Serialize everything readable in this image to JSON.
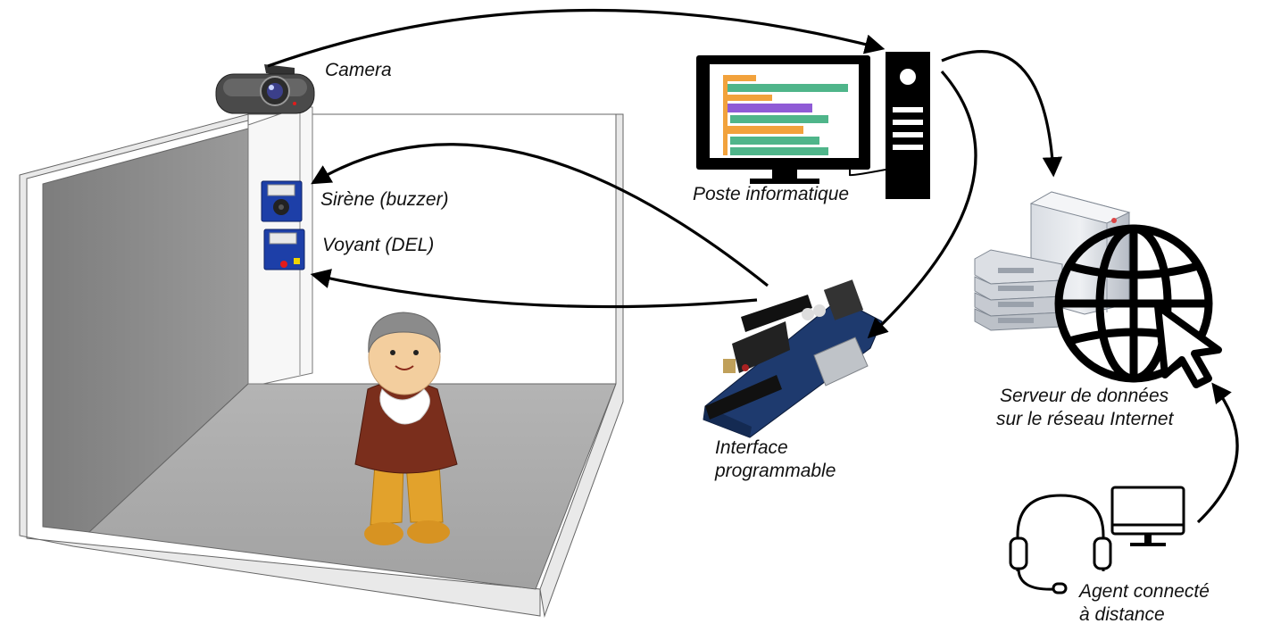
{
  "labels": {
    "camera": "Camera",
    "buzzer": "Sirène (buzzer)",
    "led": "Voyant (DEL)",
    "computer": "Poste informatique",
    "interface_line1": "Interface",
    "interface_line2": "programmable",
    "server_line1": "Serveur de données",
    "server_line2": "sur le réseau Internet",
    "agent_line1": "Agent connecté",
    "agent_line2": "à distance"
  },
  "icons": {
    "camera": "webcam-icon",
    "computer": "desktop-computer-icon",
    "arduino": "microcontroller-board-icon",
    "server": "server-icon",
    "globe": "globe-icon",
    "cursor": "cursor-arrow-icon",
    "headset": "headset-icon",
    "monitor": "monitor-icon",
    "person": "figurine-icon"
  },
  "colors": {
    "room_floor": "#a9a9a9",
    "room_wall": "#8a8a8a",
    "block_green": "#4fb58a",
    "block_orange": "#f2a23c",
    "block_purple": "#8f5bd6",
    "arduino_blue": "#1e3a6e",
    "sensor_blue": "#1d3fa8"
  }
}
